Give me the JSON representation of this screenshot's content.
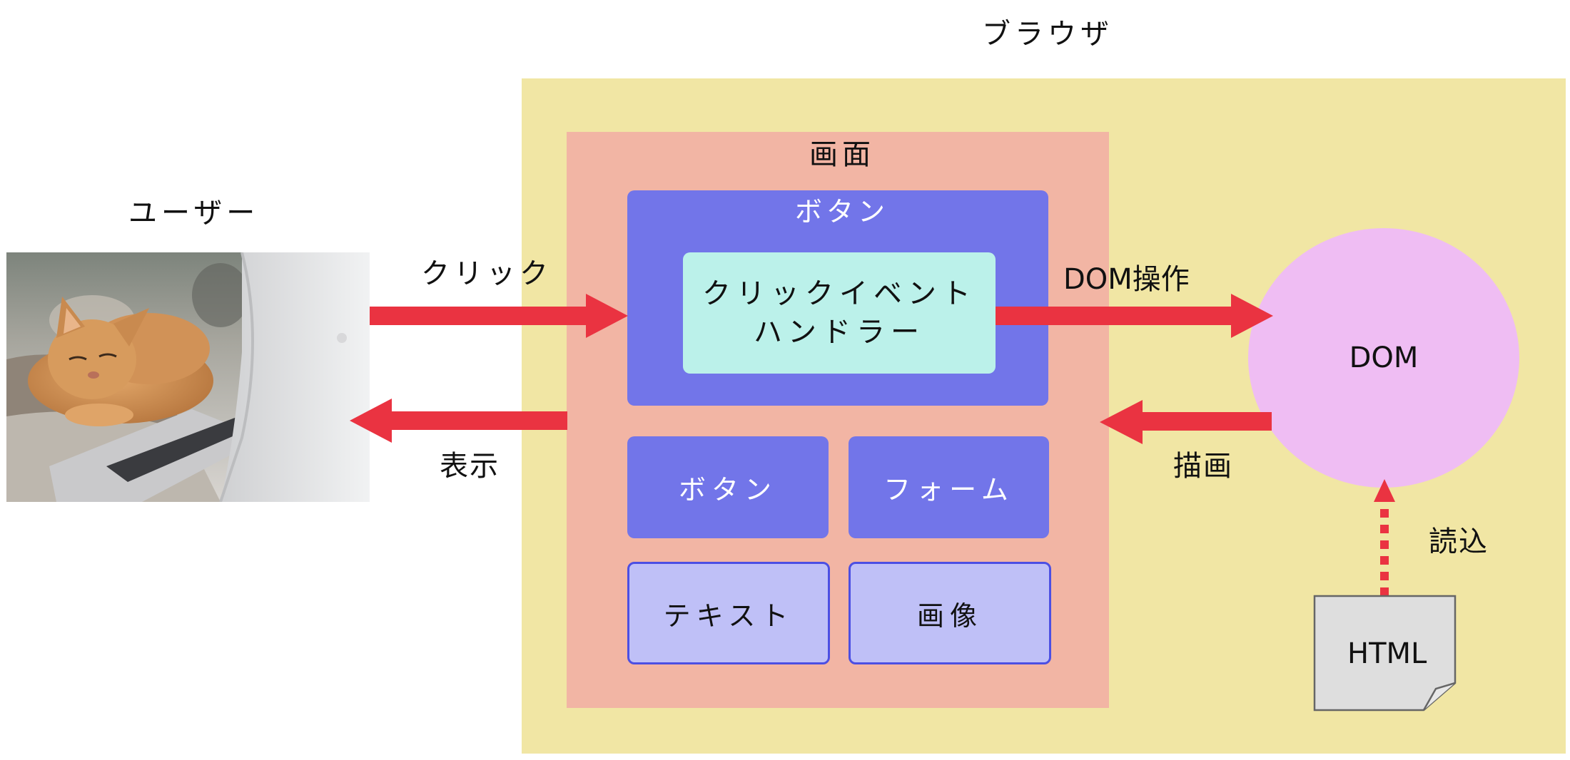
{
  "labels": {
    "browser": "ブラウザ",
    "screen": "画面",
    "user": "ユーザー",
    "click": "クリック",
    "display": "表示",
    "dom_op": "DOM操作",
    "render": "描画",
    "load": "読込"
  },
  "nodes": {
    "button_outer": "ボタン",
    "handler_line1": "クリックイベント",
    "handler_line2": "ハンドラー",
    "button2": "ボタン",
    "form": "フォーム",
    "text": "テキスト",
    "image": "画像",
    "dom": "DOM",
    "html": "HTML"
  },
  "colors": {
    "arrow": "#ea3341",
    "browser_bg": "#f1e6a4",
    "screen_bg": "#f2b5a4",
    "button_bg": "#7275e9",
    "handler_bg": "#bbf1ea",
    "light_tile_bg": "#bfc0f7",
    "dom_bg": "#efbdf3",
    "html_doc_bg": "#dedede"
  },
  "image": {
    "subject": "cat-with-laptop-photo"
  }
}
